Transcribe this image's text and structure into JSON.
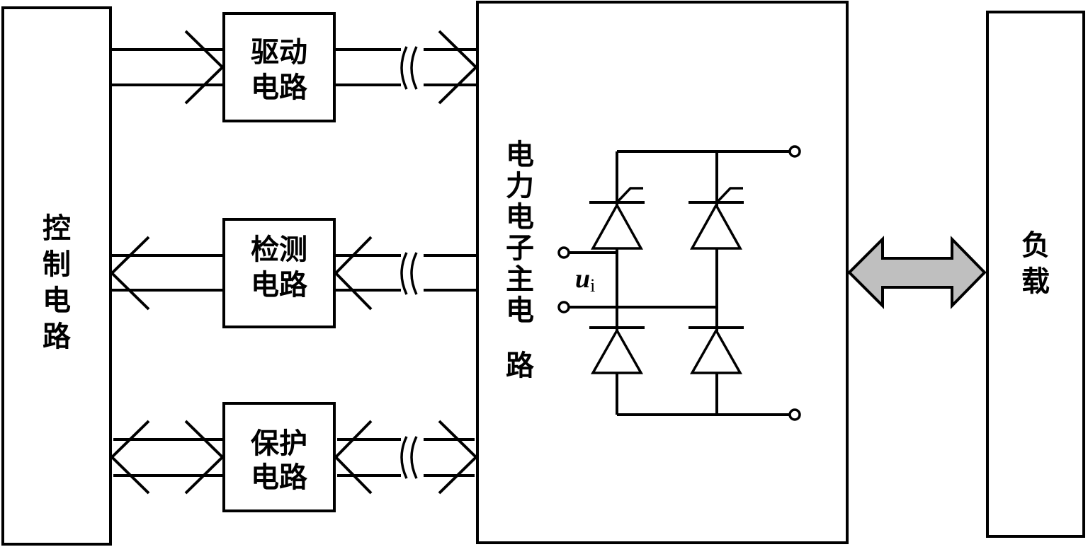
{
  "blocks": {
    "control": [
      "控",
      "制",
      "电",
      "路"
    ],
    "drive": [
      "驱动",
      "电路"
    ],
    "detect": [
      "检测",
      "电路"
    ],
    "protect": [
      "保护",
      "电路"
    ],
    "main": [
      "电",
      "力",
      "电",
      "子",
      "主",
      "电",
      "路"
    ],
    "load": [
      "负",
      "载"
    ]
  },
  "input_label": {
    "symbol": "u",
    "subscript": "i"
  },
  "colors": {
    "stroke": "#000000",
    "fill": "#ffffff",
    "bidir_arrow": "#bfbfbf"
  }
}
